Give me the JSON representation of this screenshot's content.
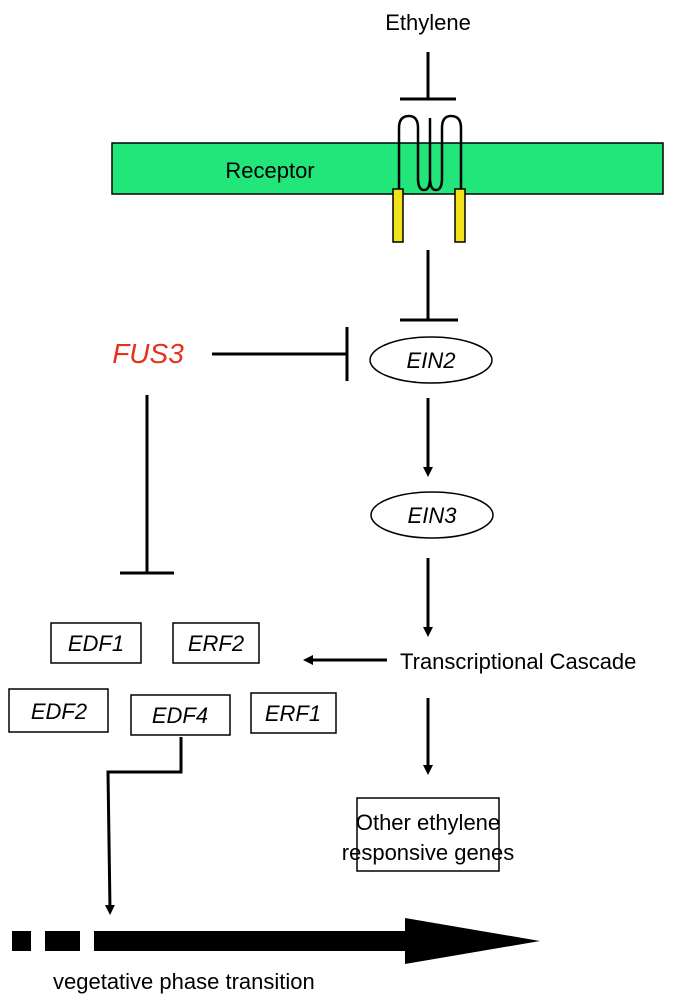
{
  "title": "",
  "colors": {
    "receptor_fill": "#22e67a",
    "anchor_fill": "#f2e21a",
    "fus3_text": "#e8301c",
    "line": "#000000"
  },
  "labels": {
    "ethylene": "Ethylene",
    "receptor": "Receptor",
    "fus3": "FUS3",
    "ein2": "EIN2",
    "ein3": "EIN3",
    "transcriptional_cascade": "Transcriptional Cascade",
    "other_genes_line1": "Other ethylene",
    "other_genes_line2": "responsive genes",
    "vegetative": "vegetative phase transition"
  },
  "genes": {
    "edf1": "EDF1",
    "erf2": "ERF2",
    "edf2": "EDF2",
    "edf4": "EDF4",
    "erf1": "ERF1"
  }
}
